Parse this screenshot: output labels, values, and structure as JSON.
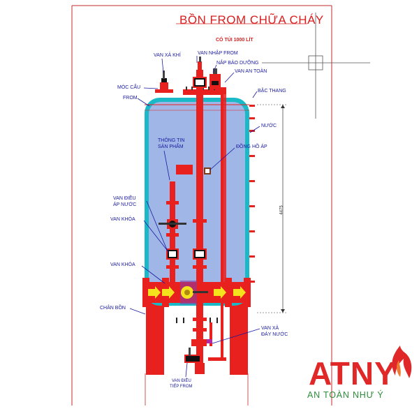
{
  "title": "BỒN FROM CHỮA CHÁY",
  "subtitle": "CÓ TÚI 1000 LÍT",
  "labels": {
    "van_xa_khi": "VAN XẢ KHÍ",
    "van_nhap_from": "VAN NHẬP FROM",
    "nap_bao_duong": "NẮP BẢO DƯỠNG",
    "van_an_toan": "VAN AN TOÀN",
    "moc_cau": "MÓC CẨU",
    "from": "FROM",
    "bac_thang": "BẬC THANG",
    "nuoc": "NƯỚC",
    "thong_tin_line1": "THÔNG TIN",
    "thong_tin_line2": "SẢN PHẨM",
    "dong_ho_ap": "ĐỒNG HỒ ÁP",
    "van_dieu_ap_line1": "VAN ĐIỀU",
    "van_dieu_ap_line2": "ÁP NƯỚC",
    "van_khoa_1": "VAN  KHÓA",
    "van_khoa_2": "VAN KHÓA",
    "chan_bon": "CHÂN BỒN",
    "van_xa_day_line1": "VAN XẢ",
    "van_xa_day_line2": "ĐÁY NƯỚC",
    "van_dieu_tiep_line1": "VAN ĐIỀU",
    "van_dieu_tiep_line2": "TIẾP FROM",
    "dimension": "4475"
  },
  "logo": {
    "text": "ATNY",
    "tagline": "AN TOÀN NHƯ Ý"
  },
  "colors": {
    "pipe": "#e8201e",
    "tank_fill": "#9fb6e6",
    "tank_outline": "#19b9c8",
    "leader": "#1a1aa0",
    "frame": "#c62828",
    "logo_red": "#e02828",
    "logo_green": "#2e8c3a"
  }
}
